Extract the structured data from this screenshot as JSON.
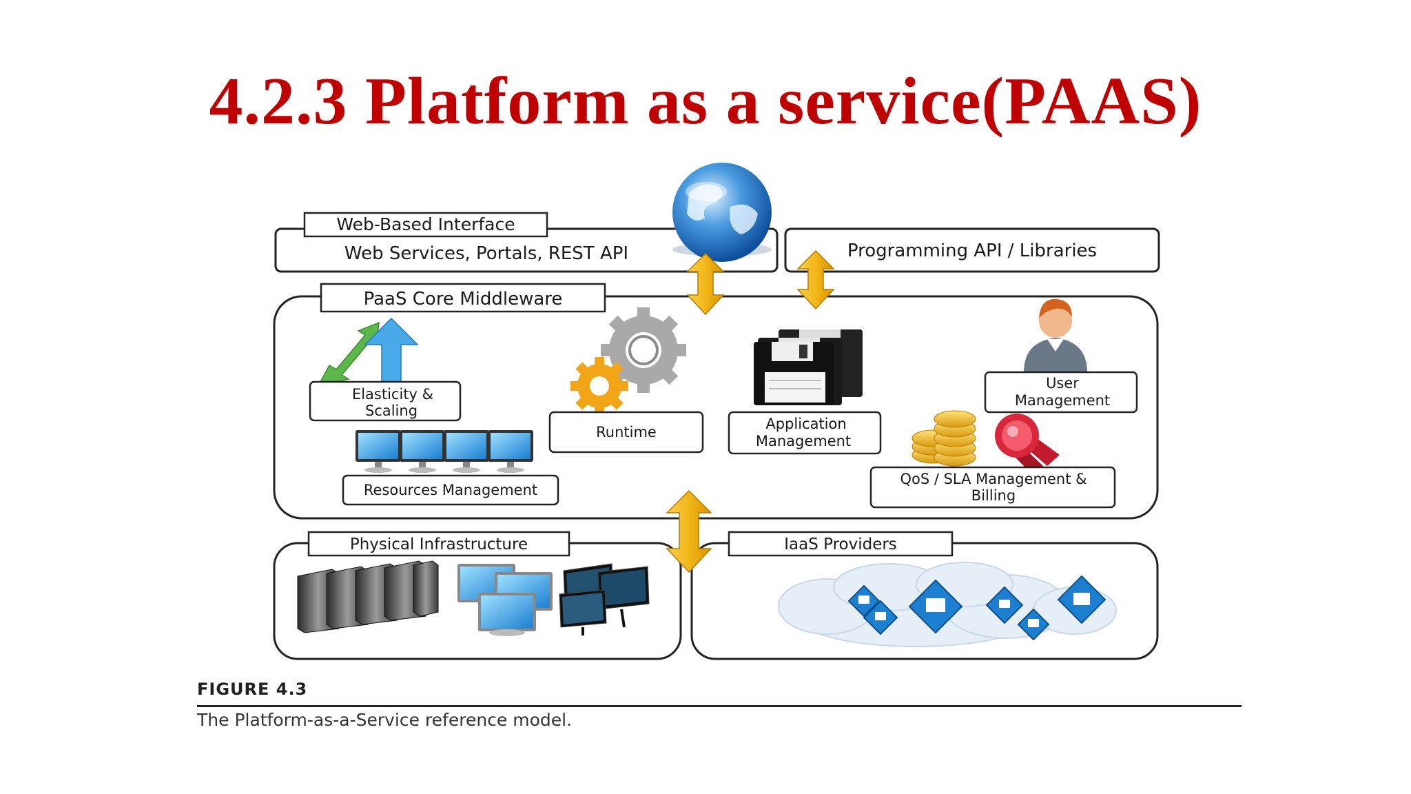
{
  "title": "4.2.3 Platform as a service(PAAS)",
  "diagram": {
    "web_interface": {
      "tab": "Web-Based Interface",
      "content": "Web Services, Portals, REST API"
    },
    "programming_api": "Programming API / Libraries",
    "core_middleware": {
      "tab": "PaaS Core Middleware",
      "elasticity": [
        "Elasticity &",
        "Scaling"
      ],
      "runtime": "Runtime",
      "application_management": [
        "Application",
        "Management"
      ],
      "user_management": [
        "User",
        "Management"
      ],
      "resources_management": "Resources Management",
      "qos": [
        "QoS / SLA Management &",
        "Billing"
      ]
    },
    "physical_infrastructure": "Physical Infrastructure",
    "iaas_providers": "IaaS Providers"
  },
  "figure": {
    "label": "FIGURE 4.3",
    "caption": "The Platform-as-a-Service reference model."
  },
  "colors": {
    "title": "#c00000",
    "arrow": "#f2b619",
    "globe": "#2e7fd0",
    "monitor": "#2aa3e6",
    "cloud": "#e8f0f8",
    "gear_gray": "#9a9a9a",
    "gear_orange": "#f2a516",
    "coin": "#f2c12e",
    "ribbon": "#d9263a"
  }
}
